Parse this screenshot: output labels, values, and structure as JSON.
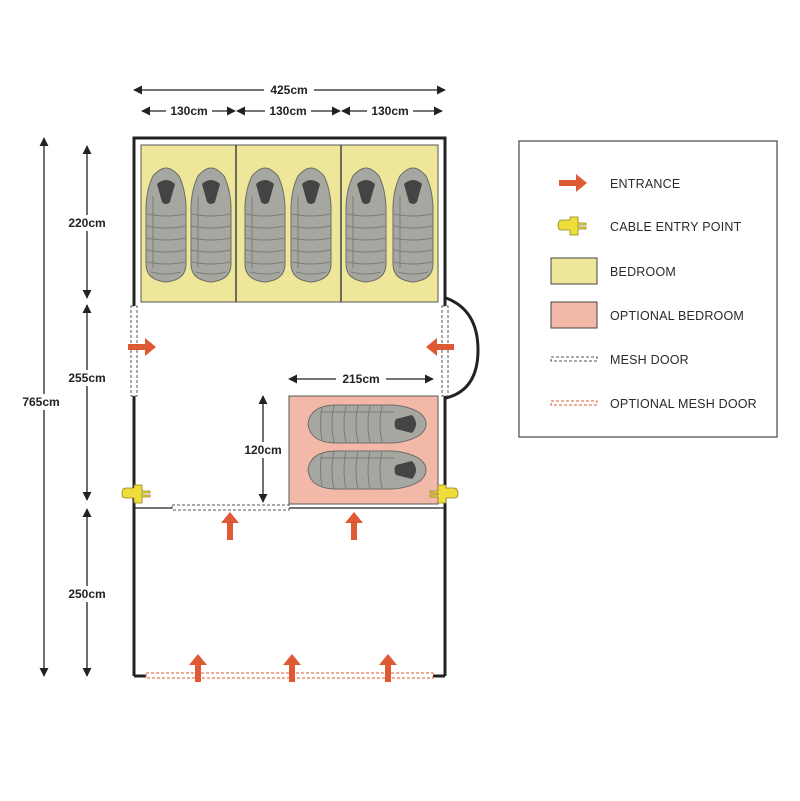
{
  "dimensions": {
    "total_width": "425cm",
    "section_widths": [
      "130cm",
      "130cm",
      "130cm"
    ],
    "bedroom_depth": "220cm",
    "living_depth": "255cm",
    "porch_depth": "250cm",
    "total_length": "765cm",
    "optional_bedroom_width": "215cm",
    "optional_bedroom_depth": "120cm"
  },
  "legend": {
    "entrance": "ENTRANCE",
    "cable_entry": "CABLE ENTRY POINT",
    "bedroom": "BEDROOM",
    "optional_bedroom": "OPTIONAL BEDROOM",
    "mesh_door": "MESH DOOR",
    "optional_mesh_door": "OPTIONAL MESH DOOR"
  },
  "colors": {
    "bedroom": "#eee79a",
    "optional_bedroom": "#f2b9a8",
    "entrance": "#de5a35",
    "cable": "#eedd3a",
    "wall": "#222222"
  }
}
